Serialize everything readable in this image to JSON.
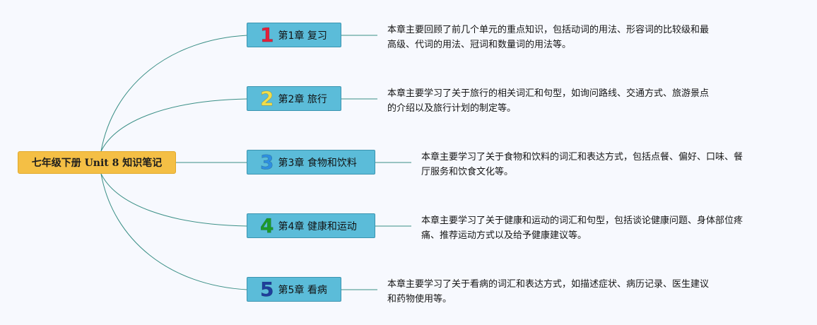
{
  "root": {
    "title": "七年级下册 Unit 8 知识笔记"
  },
  "chapters": [
    {
      "num": "1",
      "num_color": "#e3203a",
      "label": "第1章 复习",
      "desc1": "本章主要回顾了前几个单元的重点知识，包括动词的用法、形容词的比较级和最",
      "desc2": "高级、代词的用法、冠词和数量词的用法等。"
    },
    {
      "num": "2",
      "num_color": "#f1dd4a",
      "label": "第2章 旅行",
      "desc1": "本章主要学习了关于旅行的相关词汇和句型，如询问路线、交通方式、旅游景点",
      "desc2": "的介绍以及旅行计划的制定等。"
    },
    {
      "num": "3",
      "num_color": "#2e8fe0",
      "label": "第3章 食物和饮料",
      "desc1": "本章主要学习了关于食物和饮料的词汇和表达方式，包括点餐、偏好、口味、餐",
      "desc2": "厅服务和饮食文化等。"
    },
    {
      "num": "4",
      "num_color": "#1c9a2a",
      "label": "第4章 健康和运动",
      "desc1": "本章主要学习了关于健康和运动的词汇和句型，包括谈论健康问题、身体部位疼",
      "desc2": "痛、推荐运动方式以及给予健康建议等。"
    },
    {
      "num": "5",
      "num_color": "#1f3f9c",
      "label": "第5章 看病",
      "desc1": "本章主要学习了关于看病的词汇和表达方式，如描述症状、病历记录、医生建议",
      "desc2": "和药物使用等。"
    }
  ],
  "colors": {
    "link": "#3a8f86",
    "root_bg": "#f4bf45",
    "node_bg": "#5bbcd9"
  }
}
